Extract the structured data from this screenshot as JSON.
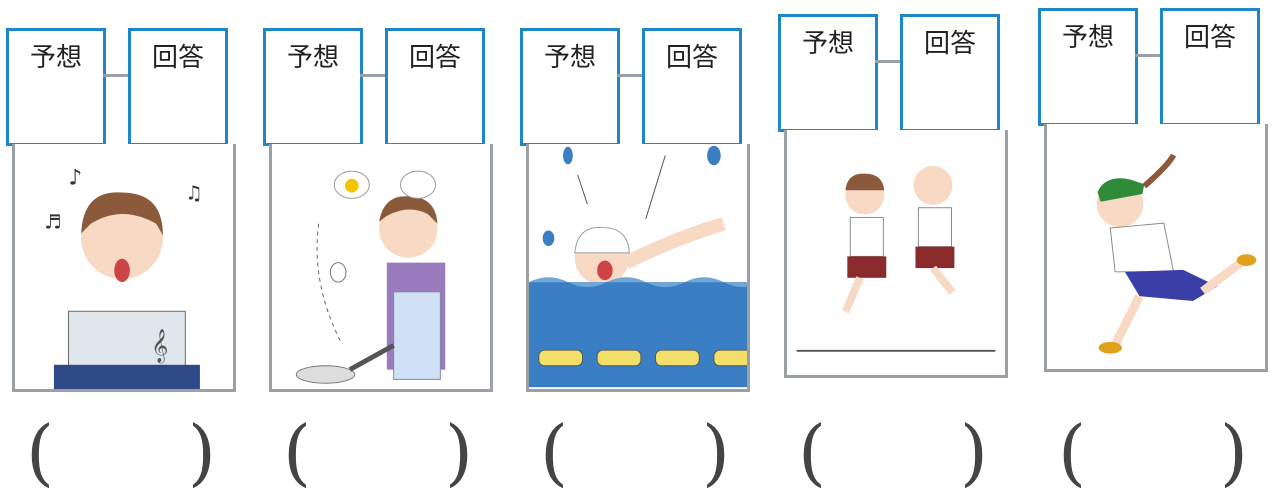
{
  "cards": [
    {
      "scene": "singing",
      "yoso_label": "予想",
      "kaito_label": "回答",
      "paren_open": "(",
      "paren_close": ")"
    },
    {
      "scene": "cooking",
      "yoso_label": "予想",
      "kaito_label": "回答",
      "paren_open": "(",
      "paren_close": ")"
    },
    {
      "scene": "swimming",
      "yoso_label": "予想",
      "kaito_label": "回答",
      "paren_open": "(",
      "paren_close": ")"
    },
    {
      "scene": "jumping",
      "yoso_label": "予想",
      "kaito_label": "回答",
      "paren_open": "(",
      "paren_close": ")"
    },
    {
      "scene": "running",
      "yoso_label": "予想",
      "kaito_label": "回答",
      "paren_open": "(",
      "paren_close": ")"
    }
  ],
  "colors": {
    "box_border": "#1f86c9",
    "frame_border": "#9aa0a6",
    "water": "#3a7fc4",
    "buoy": "#f1df6a"
  }
}
